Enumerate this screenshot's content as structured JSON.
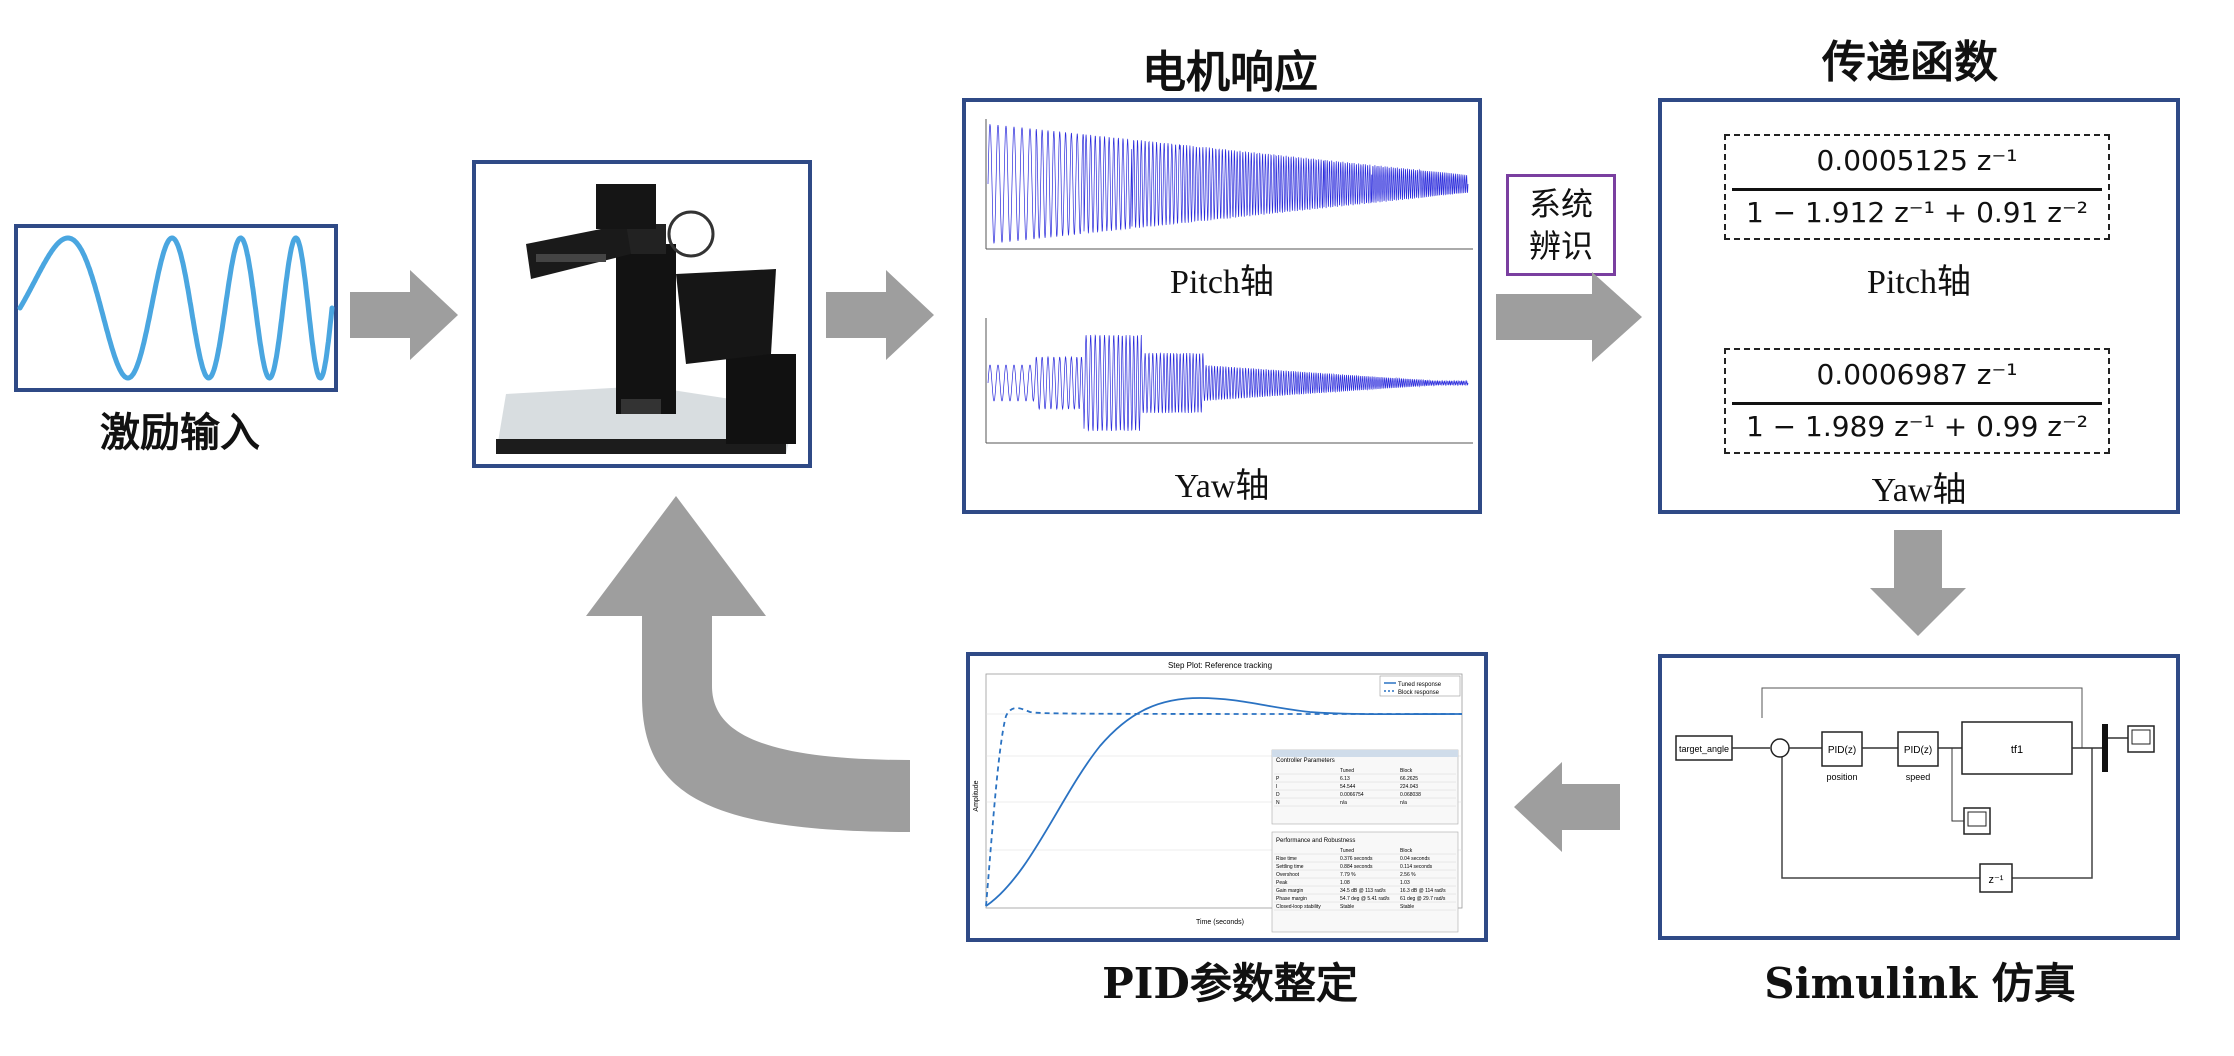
{
  "excitation": {
    "label": "激励输入"
  },
  "motor_response": {
    "title": "电机响应",
    "pitch_label": "Pitch轴",
    "yaw_label": "Yaw轴",
    "signal_color": "#2b2bdc"
  },
  "system_id": {
    "line1": "系统",
    "line2": "辨识"
  },
  "transfer_function": {
    "title": "传递函数",
    "pitch": {
      "numerator": "0.0005125 z⁻¹",
      "denominator": "1 − 1.912 z⁻¹ + 0.91 z⁻²",
      "label": "Pitch轴"
    },
    "yaw": {
      "numerator": "0.0006987 z⁻¹",
      "denominator": "1 − 1.989 z⁻¹ + 0.99 z⁻²",
      "label": "Yaw轴"
    }
  },
  "simulink": {
    "title": "Simulink 仿真",
    "blocks": {
      "target": "target_angle",
      "pid_position": "PID(z)",
      "pid_position_caption": "position",
      "pid_speed": "PID(z)",
      "pid_speed_caption": "speed",
      "tf": "tf1",
      "delay": "z⁻¹"
    }
  },
  "pid_tuning": {
    "title": "PID参数整定",
    "plot_title": "Step Plot: Reference tracking",
    "legend": [
      "Tuned response",
      "Block response"
    ],
    "xlabel": "Time (seconds)",
    "ylabel": "Amplitude",
    "controller_params": {
      "header": "Controller Parameters",
      "columns": [
        "",
        "Tuned",
        "Block"
      ],
      "rows": [
        [
          "P",
          "6.13",
          "66.2625"
        ],
        [
          "I",
          "54.544",
          "224.043"
        ],
        [
          "D",
          "0.0066754",
          "0.068038"
        ],
        [
          "N",
          "n/a",
          "n/a"
        ]
      ]
    },
    "performance": {
      "header": "Performance and Robustness",
      "columns": [
        "",
        "Tuned",
        "Block"
      ],
      "rows": [
        [
          "Rise time",
          "0.376 seconds",
          "0.04 seconds"
        ],
        [
          "Settling time",
          "0.884 seconds",
          "0.114 seconds"
        ],
        [
          "Overshoot",
          "7.79 %",
          "2.56 %"
        ],
        [
          "Peak",
          "1.08",
          "1.03"
        ],
        [
          "Gain margin",
          "34.5 dB @ 113 rad/s",
          "16.3 dB @ 114 rad/s"
        ],
        [
          "Phase margin",
          "54.7 deg @ 5.41 rad/s",
          "61 deg @ 29.7 rad/s"
        ],
        [
          "Closed-loop stability",
          "Stable",
          "Stable"
        ]
      ]
    }
  },
  "colors": {
    "frame_border": "#2f4a86",
    "arrow": "#9e9e9e",
    "sine": "#4aa6e0",
    "sysid_border": "#7a3fa0"
  }
}
